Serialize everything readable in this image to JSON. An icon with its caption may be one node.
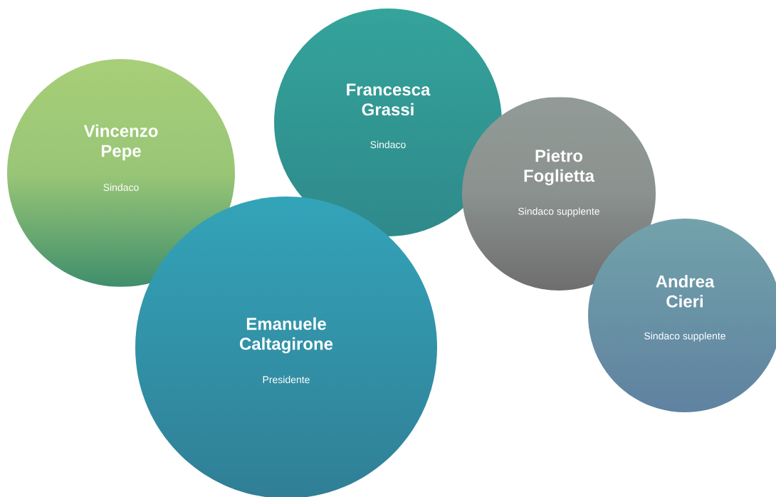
{
  "diagram": {
    "nodes": [
      {
        "text": [
          "Vincenzo Pepe",
          "Sindaco"
        ]
      },
      {
        "text": [
          "Francesca Grassi",
          "Sindaco"
        ]
      },
      {
        "text": [
          "Pietro Foglietta",
          "Sindaco supplente"
        ]
      },
      {
        "text": [
          "Emanuele Caltagirone",
          "Presidente"
        ]
      },
      {
        "text": [
          "Andrea Cieri",
          "Sindaco supplente"
        ]
      }
    ]
  }
}
